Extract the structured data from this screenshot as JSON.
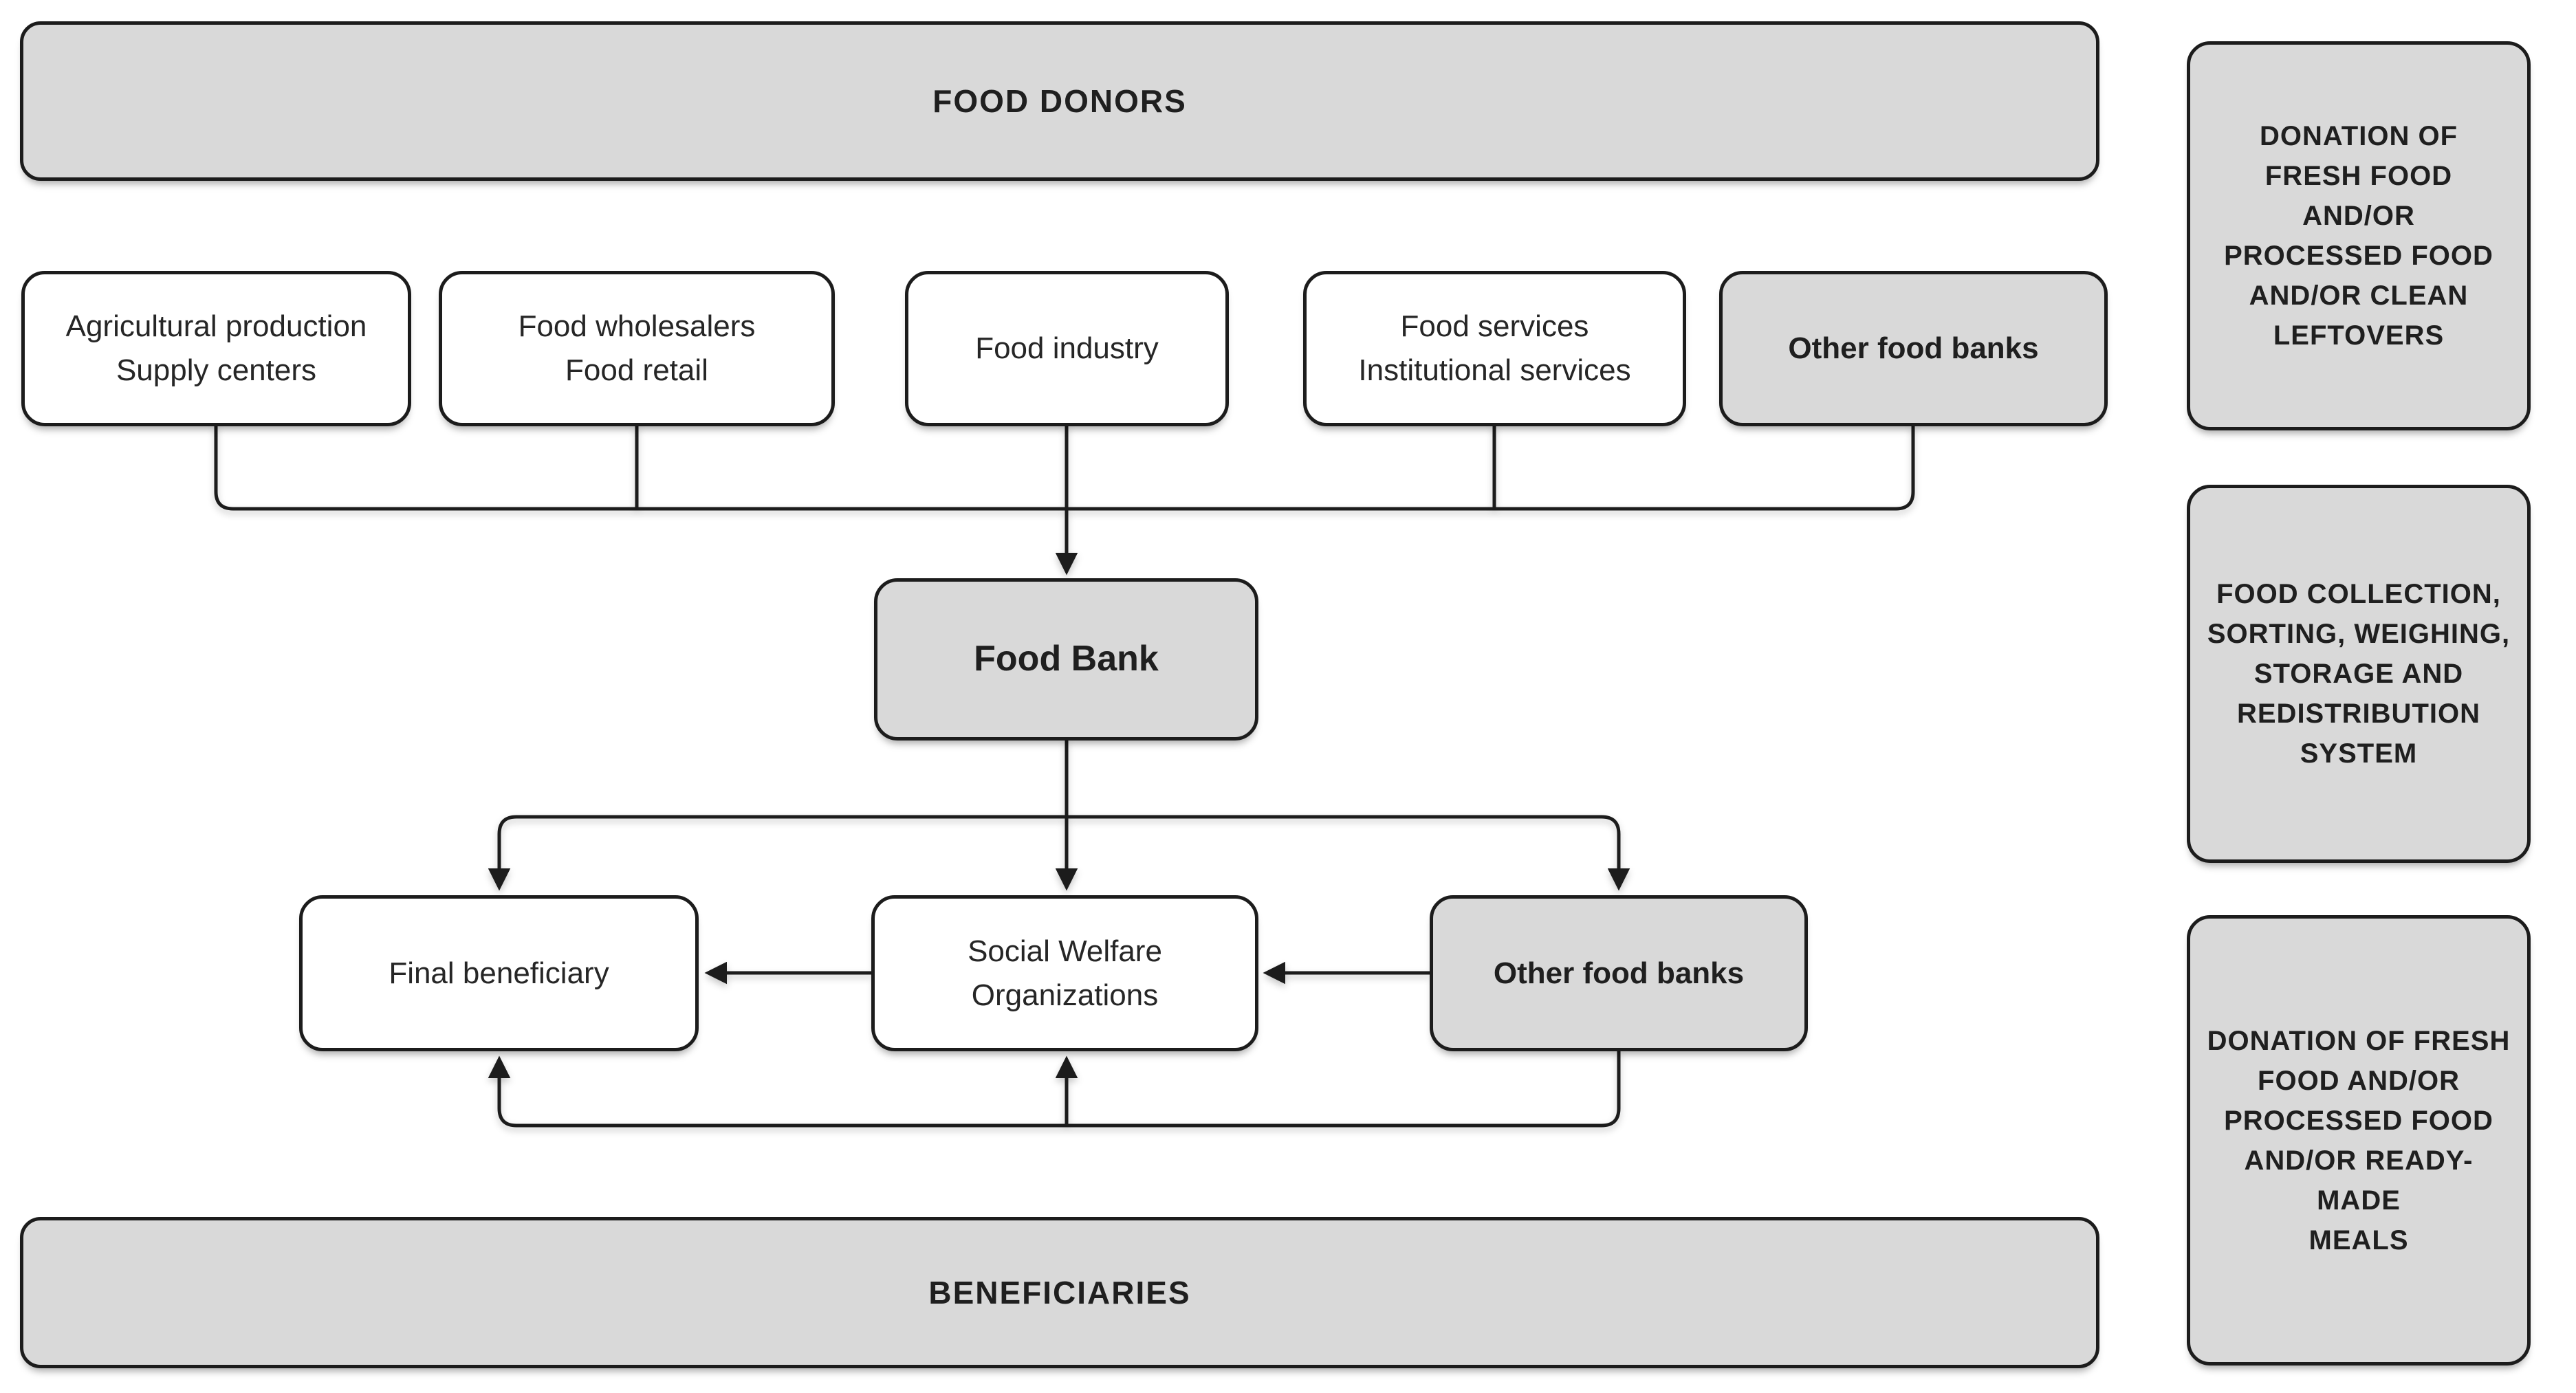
{
  "diagram": {
    "top_banner": {
      "label": "FOOD DONORS"
    },
    "donor_boxes": [
      {
        "label": "Agricultural production\nSupply centers"
      },
      {
        "label": "Food wholesalers\nFood retail"
      },
      {
        "label": "Food industry"
      },
      {
        "label": "Food services\nInstitutional services"
      },
      {
        "label": "Other food banks"
      }
    ],
    "center_box": {
      "label": "Food Bank"
    },
    "distribution_boxes": [
      {
        "label": "Final beneficiary"
      },
      {
        "label": "Social Welfare\nOrganizations"
      },
      {
        "label": "Other food banks"
      }
    ],
    "bottom_banner": {
      "label": "BENEFICIARIES"
    },
    "side_notes": [
      {
        "label": "DONATION OF\nFRESH FOOD AND/OR\nPROCESSED FOOD\nAND/OR CLEAN\nLEFTOVERS"
      },
      {
        "label": "FOOD COLLECTION,\nSORTING, WEIGHING,\nSTORAGE AND\nREDISTRIBUTION\nSYSTEM"
      },
      {
        "label": "DONATION OF FRESH\nFOOD AND/OR\nPROCESSED FOOD\nAND/OR READY-MADE\nMEALS"
      }
    ],
    "colors": {
      "box_fill_gray": "#d9d9d9",
      "box_fill_white": "#ffffff",
      "line_stroke": "#1c1c1c"
    }
  }
}
